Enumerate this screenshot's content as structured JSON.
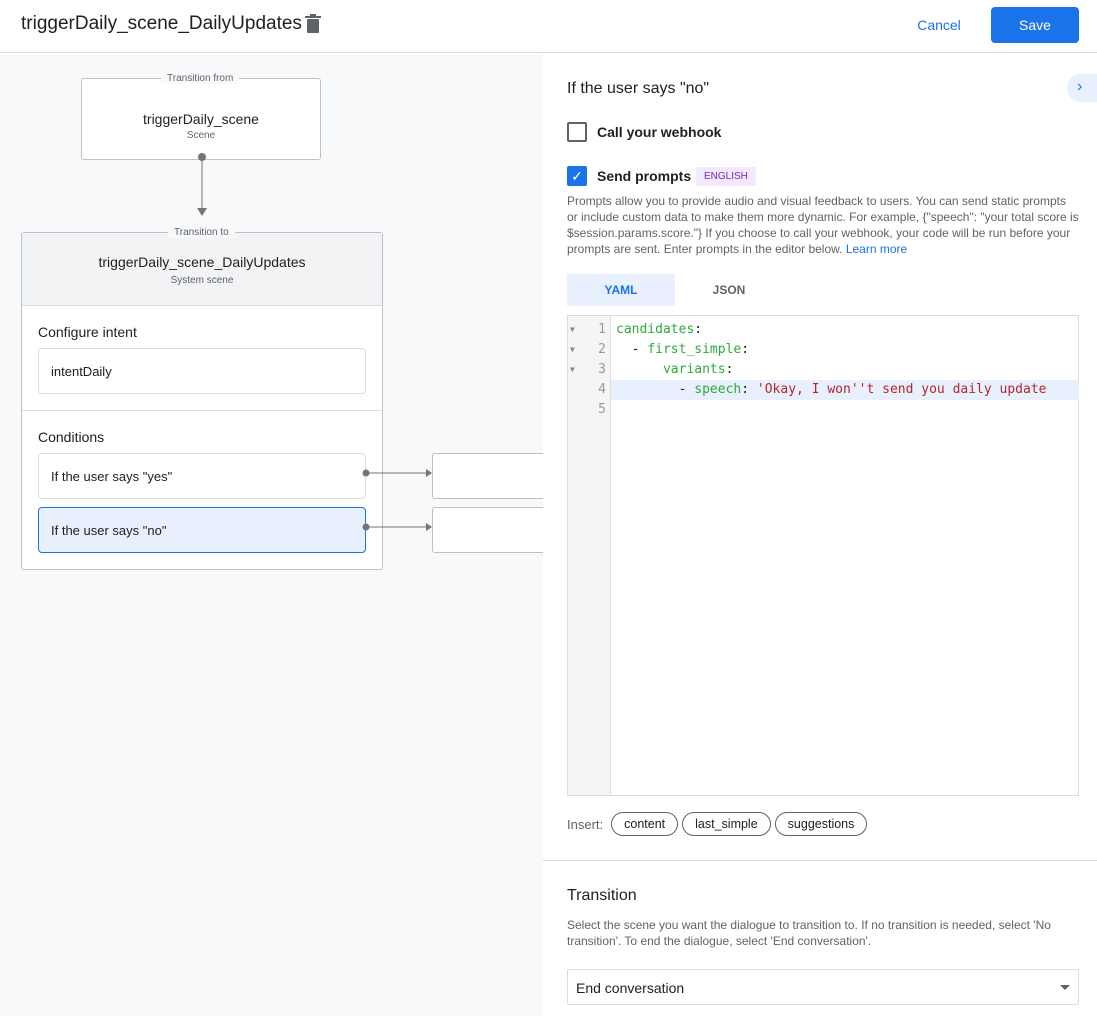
{
  "header": {
    "title": "triggerDaily_scene_DailyUpdates",
    "cancel": "Cancel",
    "save": "Save"
  },
  "canvas": {
    "from_label": "Transition from",
    "from_name": "triggerDaily_scene",
    "from_type": "Scene",
    "to_label": "Transition to",
    "to_name": "triggerDaily_scene_DailyUpdates",
    "to_type": "System scene",
    "intent_heading": "Configure intent",
    "intent": "intentDaily",
    "conditions_heading": "Conditions",
    "conditions": [
      "If the user says \"yes\"",
      "If the user says \"no\""
    ]
  },
  "panel": {
    "heading": "If the user says \"no\"",
    "webhook_label": "Call your webhook",
    "webhook_checked": false,
    "prompts_label": "Send prompts",
    "prompts_checked": true,
    "language_badge": "ENGLISH",
    "description": "Prompts allow you to provide audio and visual feedback to users. You can send static prompts or include custom data to make them more dynamic. For example, {\"speech\": \"your total score is $session.params.score.\"} If you choose to call your webhook, your code will be run before your prompts are sent. Enter prompts in the editor below.",
    "learn_more": "Learn more",
    "tabs": [
      "YAML",
      "JSON"
    ],
    "active_tab": "YAML",
    "code_lines": [
      {
        "num": "1",
        "indent": "",
        "dash": "",
        "key": "candidates",
        "sep": ":",
        "val": ""
      },
      {
        "num": "2",
        "indent": "  ",
        "dash": "- ",
        "key": "first_simple",
        "sep": ":",
        "val": ""
      },
      {
        "num": "3",
        "indent": "      ",
        "dash": "",
        "key": "variants",
        "sep": ":",
        "val": ""
      },
      {
        "num": "4",
        "indent": "        ",
        "dash": "- ",
        "key": "speech",
        "sep": ": ",
        "val": "'Okay, I won''t send you daily update"
      },
      {
        "num": "5",
        "indent": "",
        "dash": "",
        "key": "",
        "sep": "",
        "val": ""
      }
    ],
    "insert_label": "Insert:",
    "insert_chips": [
      "content",
      "last_simple",
      "suggestions"
    ],
    "transition_heading": "Transition",
    "transition_desc": "Select the scene you want the dialogue to transition to. If no transition is needed, select 'No transition'. To end the dialogue, select 'End conversation'.",
    "transition_value": "End conversation"
  },
  "colors": {
    "accent": "#1a73e8",
    "selected": "#e8f0fe",
    "badge_bg": "#f3e8fd",
    "badge_text": "#7627bb"
  }
}
